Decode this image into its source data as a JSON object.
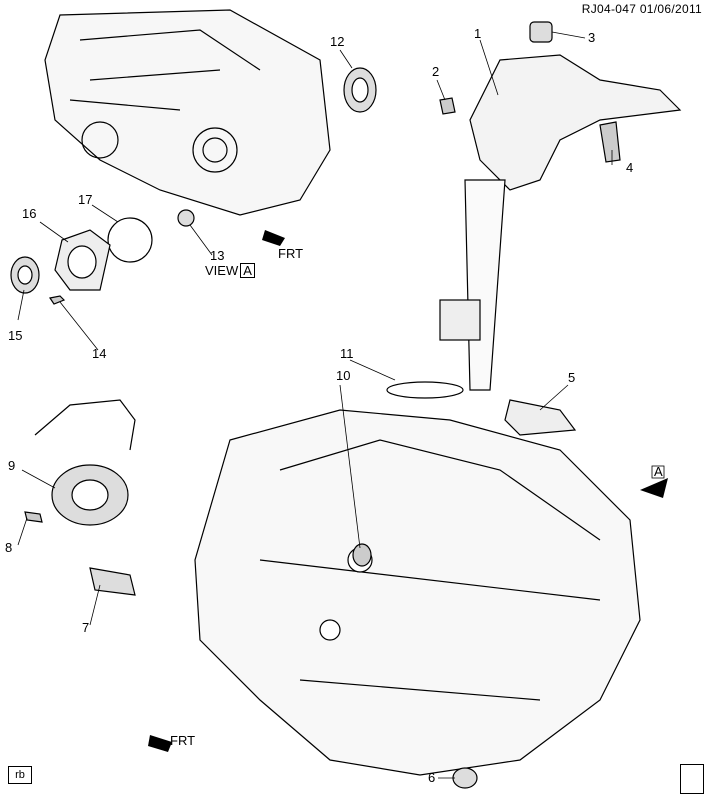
{
  "header": {
    "code": "RJ04-047",
    "date": "01/06/2011"
  },
  "view_label": {
    "text": "VIEW",
    "box": "A"
  },
  "marker_a": "A",
  "fwd_text": "FRT",
  "footer_tag": "rb",
  "callouts": [
    "1",
    "2",
    "3",
    "4",
    "5",
    "6",
    "7",
    "8",
    "9",
    "10",
    "11",
    "12",
    "13",
    "14",
    "15",
    "16",
    "17"
  ],
  "colors": {
    "line": "#000000",
    "fill": "#ffffff",
    "shade": "#d0d0d0"
  }
}
